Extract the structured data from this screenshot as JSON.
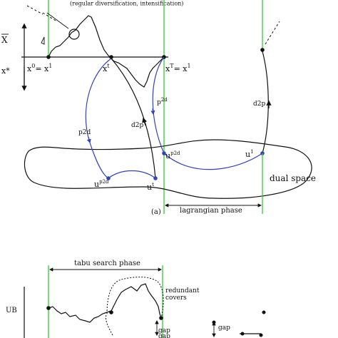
{
  "colors": {
    "ink": "#111111",
    "green": "#33cc33",
    "blue": "#3344bb",
    "background": "#ffffff"
  },
  "top": {
    "top_note": "(regular diversification, intensification)",
    "label_xbar": "X",
    "label_xstar": "x*",
    "label_x0": "x",
    "label_x0_sup": "0",
    "label_x0_eq": "= x",
    "label_x0_eq_sup": "1",
    "label_xt": "x",
    "label_xt_sup": "t",
    "label_xT": "x",
    "label_xT_sup": "T",
    "label_xT_eq": "= x",
    "label_xT_eq_sup": "1",
    "label_p2d_upper": "p",
    "label_p2d_upper_sup": "2d",
    "label_p2d_left": "p2d",
    "label_d2p_mid": "d2p",
    "label_d2p_right": "d2p",
    "label_u_p2d_mid": "u",
    "label_u_p2d_mid_sup": "p2d",
    "label_u1_right": "u",
    "label_u1_right_sup": "1",
    "label_u_p2d_left": "u",
    "label_u_p2d_left_sup": "p2d",
    "label_ut": "u",
    "label_ut_sup": "t",
    "dual_space": "dual space",
    "caption": "(a)",
    "lagrangian_phase": "lagrangian phase"
  },
  "bottom": {
    "tabu_search_phase": "tabu search phase",
    "redundant_covers": "redundant\ncovers",
    "label_ub": "UB",
    "gap1": "gap",
    "gap2": "gap",
    "gap3": "gap"
  }
}
